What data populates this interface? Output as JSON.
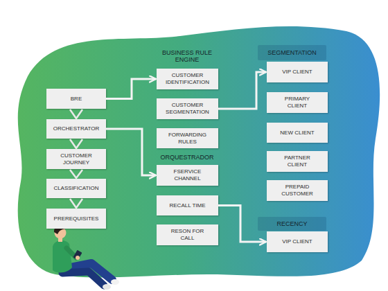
{
  "diagram": {
    "nodes": [
      {
        "text": [
          "BRE"
        ]
      },
      {
        "text": [
          "ORCHESTRATOR"
        ]
      },
      {
        "text": [
          "CUSTOMER JOURNEY"
        ]
      },
      {
        "text": [
          "CLASSIFICATION"
        ]
      },
      {
        "text": [
          "PREREQUISITES"
        ]
      },
      {
        "text": [
          "CUSTOMER IDENTIFICATION"
        ]
      },
      {
        "text": [
          "CUSTOMER SEGMENTATION"
        ]
      },
      {
        "text": [
          "FORWARDING RULES"
        ]
      },
      {
        "text": [
          "FSERVICE CHANNEL"
        ]
      },
      {
        "text": [
          "RECALL TIME"
        ]
      },
      {
        "text": [
          "RESON FOR CALL"
        ]
      },
      {
        "text": [
          "SEGMENTATION"
        ]
      },
      {
        "text": [
          "VIP CLIENT"
        ]
      },
      {
        "text": [
          "PRIMARY CLIENT"
        ]
      },
      {
        "text": [
          "NEW CLIENT"
        ]
      },
      {
        "text": [
          "PARTNER CLIENT"
        ]
      },
      {
        "text": [
          "PREPAID CUSTOMER"
        ]
      },
      {
        "text": [
          "RECENCY"
        ]
      },
      {
        "text": [
          "VIP CLIENT"
        ]
      }
    ],
    "edges": [
      {
        "from": 0,
        "to": 1,
        "arrow": "to"
      },
      {
        "from": 1,
        "to": 2,
        "arrow": "to"
      },
      {
        "from": 2,
        "to": 3,
        "arrow": "to"
      },
      {
        "from": 3,
        "to": 4,
        "arrow": "to"
      },
      {
        "from": 0,
        "to": 5,
        "arrow": "to"
      },
      {
        "from": 1,
        "to": 8,
        "arrow": "to"
      },
      {
        "from": 6,
        "to": 12,
        "arrow": "to"
      },
      {
        "from": 9,
        "to": 18,
        "arrow": "to"
      }
    ],
    "labels": [
      "BUSINESS RULE ENGINE",
      "ORQUESTRADOR"
    ]
  }
}
